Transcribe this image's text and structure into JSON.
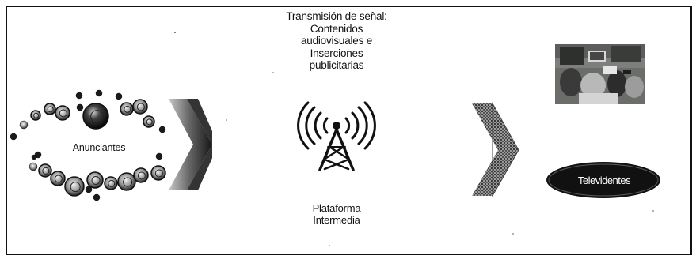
{
  "diagram": {
    "signal_text_lines": [
      "Transmisión de señal:",
      "Contenidos",
      "audiovisuales e",
      "Inserciones",
      "publicitarias"
    ],
    "platform_text_lines": [
      "Plataforma",
      "Intermedia"
    ],
    "advertisers_label": "Anunciantes",
    "viewers_label": "Televidentes"
  },
  "colors": {
    "ink": "#111111",
    "ellipse_fill": "#111111",
    "arrow_dark": "#1a1a1a"
  },
  "icons": {
    "tower": "antenna-tower-icon",
    "coin": "coin-icon",
    "arrow": "chevron-right-icon"
  }
}
